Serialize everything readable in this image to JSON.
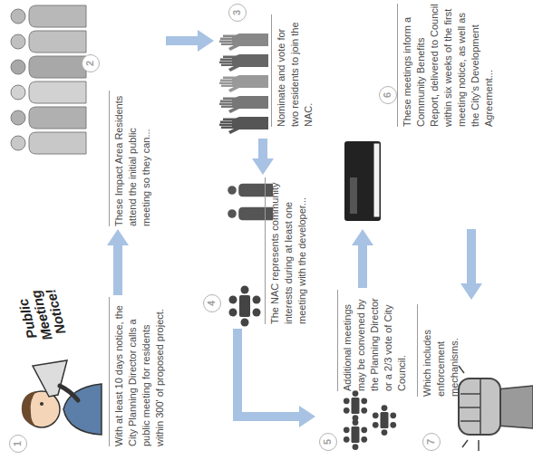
{
  "diagram": {
    "nodes": [
      {
        "text": [
          "With at least 10 days notice, the City Planning Director calls a public meeting for residents within 300' of proposed project."
        ]
      },
      {
        "text": [
          "1"
        ],
        "in": 0
      },
      {
        "text": [
          "These Impact Area Residents attend the initial public meeting so they can..."
        ]
      },
      {
        "text": [
          "2"
        ],
        "in": 2
      },
      {
        "text": [
          "Nominate and vote for two residents to join the NAC."
        ]
      },
      {
        "text": [
          "3"
        ],
        "in": 4
      },
      {
        "text": [
          "The NAC represents community interests during at least one meeting with the developer..."
        ]
      },
      {
        "text": [
          "4"
        ],
        "in": 6
      },
      {
        "text": [
          "Additional meetings may be convened by the Planning Director or a 2/3 vote of City Council."
        ]
      },
      {
        "text": [
          "5"
        ],
        "in": 8
      },
      {
        "text": [
          "These meetings inform a Community Benefits Report, delivered to Council within six weeks of the first meeting notice, as well as the City's Development Agreement..."
        ]
      },
      {
        "text": [
          "6"
        ],
        "in": 10
      },
      {
        "text": [
          "Which includes enforcement mechanisms."
        ]
      },
      {
        "text": [
          "7"
        ],
        "in": 12
      }
    ],
    "edges": [
      {
        "from": 0,
        "to": 2,
        "arrow": "to"
      },
      {
        "from": 2,
        "to": 4,
        "arrow": "to"
      },
      {
        "from": 4,
        "to": 6,
        "arrow": "to"
      },
      {
        "from": 6,
        "to": 8,
        "arrow": "to"
      },
      {
        "from": 8,
        "to": 10,
        "arrow": "to"
      },
      {
        "from": 10,
        "to": 12,
        "arrow": "to"
      }
    ],
    "labels": [
      "Public Meeting Notice!"
    ]
  }
}
